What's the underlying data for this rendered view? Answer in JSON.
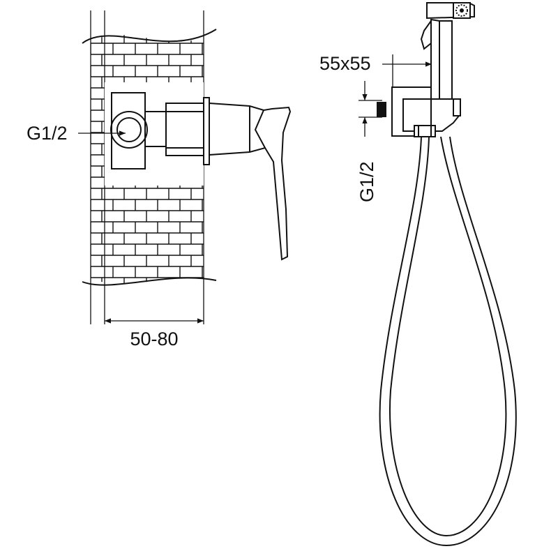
{
  "labels": {
    "inlet_left": "G1/2",
    "wall_thickness": "50-80",
    "bracket_size": "55x55",
    "inlet_right": "G1/2"
  },
  "colors": {
    "line": "#111111",
    "background": "#ffffff"
  }
}
